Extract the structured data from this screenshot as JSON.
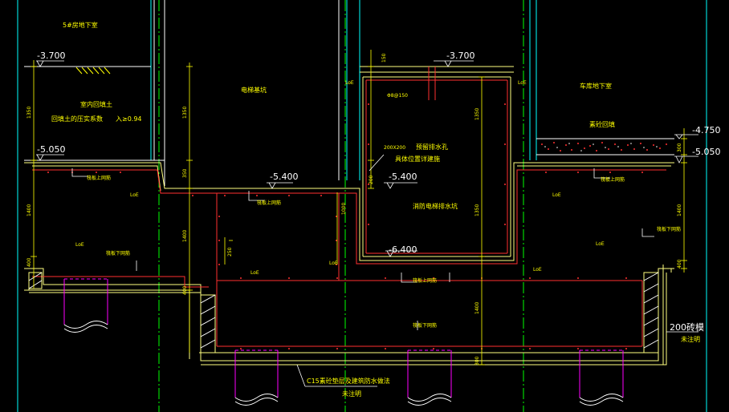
{
  "colors": {
    "background": "#000000",
    "wall": "#ffffff",
    "concrete_outline": "#ffff80",
    "rebar": "#ff3030",
    "axis": "#00ff00",
    "cyan": "#00ffff",
    "pile": "#ff00ff",
    "text": "#ffff00"
  },
  "labels": {
    "basement_left": "5#房地下室",
    "elev_m3700_left": "-3.700",
    "backfill_1": "室内回填土",
    "backfill_2": "回填土的压实系数",
    "backfill_3": "入≥0.94",
    "elev_m5050_left": "-5.050",
    "elevator_pit": "电梯基坑",
    "elev_m3700_mid": "-3.700",
    "rebar_spec": "Φ8@150",
    "basement_right": "车库地下室",
    "backfill_right": "素砼回填",
    "elev_m4750": "-4.750",
    "elev_m5050_right": "-5.050",
    "drain_1": "200X200",
    "drain_2": "预留排水孔",
    "drain_3": "具体位置详建施",
    "elev_m5400_mid": "-5.400",
    "elev_m5400_right": "-5.400",
    "fire_pit": "消防电梯排水坑",
    "elev_m6400": "-6.400",
    "upper_mesh_1": "筏板上网筋",
    "upper_mesh_2": "筏板上网筋",
    "upper_mesh_3": "筏板上网筋",
    "upper_mesh_4": "筏板上网筋",
    "lower_mesh_1": "筏板下网筋",
    "lower_mesh_2": "筏板下网筋",
    "lower_mesh_3": "筏板下网筋",
    "loe": "LoE",
    "brick_1": "200砖模",
    "brick_2": "未注明",
    "c15_1": "C15素砼垫层及建筑防水做法",
    "c15_2": "未注明",
    "dim_1350": "1350",
    "dim_350": "350",
    "dim_1400": "1400",
    "dim_150": "150",
    "dim_250": "250",
    "dim_200": "200",
    "dim_1000": "1000",
    "dim_300": "300",
    "dim_400": "400"
  }
}
